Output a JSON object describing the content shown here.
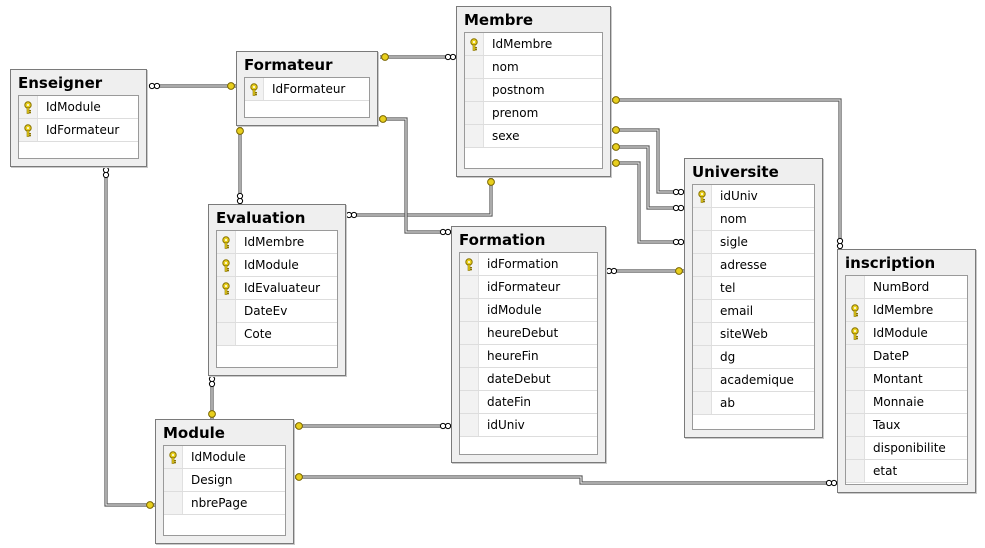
{
  "tables": {
    "enseigner": {
      "name": "Enseigner",
      "columns": [
        {
          "name": "IdModule",
          "pk": true
        },
        {
          "name": "IdFormateur",
          "pk": true
        }
      ]
    },
    "formateur": {
      "name": "Formateur",
      "columns": [
        {
          "name": "IdFormateur",
          "pk": true
        }
      ]
    },
    "membre": {
      "name": "Membre",
      "columns": [
        {
          "name": "IdMembre",
          "pk": true
        },
        {
          "name": "nom",
          "pk": false
        },
        {
          "name": "postnom",
          "pk": false
        },
        {
          "name": "prenom",
          "pk": false
        },
        {
          "name": "sexe",
          "pk": false
        }
      ]
    },
    "universite": {
      "name": "Universite",
      "columns": [
        {
          "name": "idUniv",
          "pk": true
        },
        {
          "name": "nom",
          "pk": false
        },
        {
          "name": "sigle",
          "pk": false
        },
        {
          "name": "adresse",
          "pk": false
        },
        {
          "name": "tel",
          "pk": false
        },
        {
          "name": "email",
          "pk": false
        },
        {
          "name": "siteWeb",
          "pk": false
        },
        {
          "name": "dg",
          "pk": false
        },
        {
          "name": "academique",
          "pk": false
        },
        {
          "name": "ab",
          "pk": false
        }
      ]
    },
    "evaluation": {
      "name": "Evaluation",
      "columns": [
        {
          "name": "IdMembre",
          "pk": true
        },
        {
          "name": "IdModule",
          "pk": true
        },
        {
          "name": "IdEvaluateur",
          "pk": true
        },
        {
          "name": "DateEv",
          "pk": false
        },
        {
          "name": "Cote",
          "pk": false
        }
      ]
    },
    "formation": {
      "name": "Formation",
      "columns": [
        {
          "name": "idFormation",
          "pk": true
        },
        {
          "name": "idFormateur",
          "pk": false
        },
        {
          "name": "idModule",
          "pk": false
        },
        {
          "name": "heureDebut",
          "pk": false
        },
        {
          "name": "heureFin",
          "pk": false
        },
        {
          "name": "dateDebut",
          "pk": false
        },
        {
          "name": "dateFin",
          "pk": false
        },
        {
          "name": "idUniv",
          "pk": false
        }
      ]
    },
    "inscription": {
      "name": "inscription",
      "columns": [
        {
          "name": "NumBord",
          "pk": false
        },
        {
          "name": "IdMembre",
          "pk": true
        },
        {
          "name": "IdModule",
          "pk": true
        },
        {
          "name": "DateP",
          "pk": false
        },
        {
          "name": "Montant",
          "pk": false
        },
        {
          "name": "Monnaie",
          "pk": false
        },
        {
          "name": "Taux",
          "pk": false
        },
        {
          "name": "disponibilite",
          "pk": false
        },
        {
          "name": "etat",
          "pk": false
        }
      ]
    },
    "module": {
      "name": "Module",
      "columns": [
        {
          "name": "IdModule",
          "pk": true
        },
        {
          "name": "Design",
          "pk": false
        },
        {
          "name": "nbrePage",
          "pk": false
        }
      ]
    }
  },
  "relationships": [
    {
      "name": "enseigner-formateur",
      "from": "enseigner",
      "to": "formateur"
    },
    {
      "name": "formateur-membre",
      "from": "formateur",
      "to": "membre"
    },
    {
      "name": "evaluation-formateur",
      "from": "evaluation",
      "to": "formateur"
    },
    {
      "name": "evaluation-membre",
      "from": "evaluation",
      "to": "membre"
    },
    {
      "name": "formation-formateur",
      "from": "formation",
      "to": "formateur"
    },
    {
      "name": "formation-universite",
      "from": "formation",
      "to": "universite"
    },
    {
      "name": "universite-membre-1",
      "from": "universite",
      "to": "membre"
    },
    {
      "name": "universite-membre-2",
      "from": "universite",
      "to": "membre"
    },
    {
      "name": "universite-membre-3",
      "from": "universite",
      "to": "membre"
    },
    {
      "name": "inscription-membre",
      "from": "inscription",
      "to": "membre"
    },
    {
      "name": "evaluation-module",
      "from": "evaluation",
      "to": "module"
    },
    {
      "name": "enseigner-module",
      "from": "enseigner",
      "to": "module"
    },
    {
      "name": "formation-module",
      "from": "formation",
      "to": "module"
    },
    {
      "name": "inscription-module",
      "from": "inscription",
      "to": "module"
    }
  ],
  "colors": {
    "key": "#e8cf1d",
    "line": "#777777",
    "header_bg": "#efefef",
    "grid_bg": "#ffffff"
  }
}
